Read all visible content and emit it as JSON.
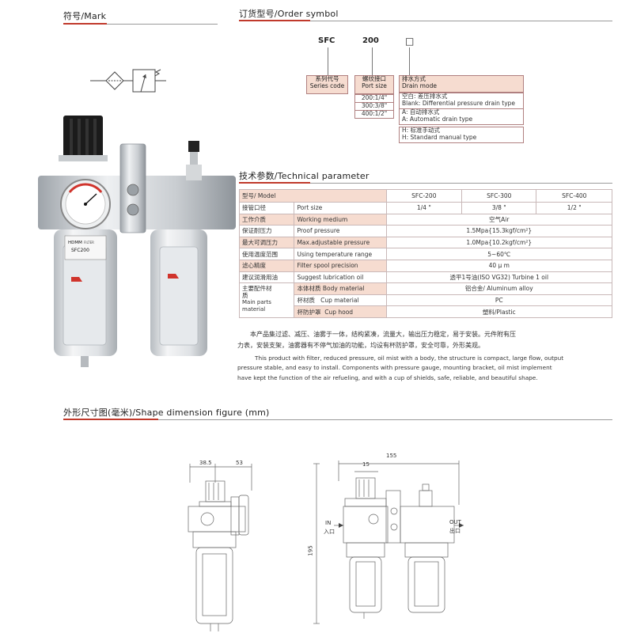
{
  "sections": {
    "mark_title": "符号/Mark",
    "order_title": "订货型号/Order symbol",
    "tech_title": "技术参数/Technical parameter",
    "shape_title": "外形尺寸图(毫米)/Shape dimension figure (mm)"
  },
  "order_symbol": {
    "code_series": "SFC",
    "code_size": "200",
    "code_drain": "□",
    "series_cn": "系列代号",
    "series_en": "Series code",
    "port_cn": "螺纹接口",
    "port_en": "Port size",
    "ports": [
      "200:1/4\"",
      "300:3/8\"",
      "400:1/2\""
    ],
    "drain_cn": "排水方式",
    "drain_en": "Drain mode",
    "drain_options": [
      {
        "cn": "空白: 差压排水式",
        "en": "Blank: Differential pressure drain type"
      },
      {
        "cn": "A: 自动排水式",
        "en": "A: Automatic drain type"
      },
      {
        "cn": "H: 标准手动式",
        "en": "H: Standard manual type"
      }
    ]
  },
  "product": {
    "brand": "HDMM",
    "model_label": "SFC200",
    "small_text": "FILTER"
  },
  "table": {
    "header": {
      "model": "型号/ Model",
      "cols": [
        "SFC-200",
        "SFC-300",
        "SFC-400"
      ]
    },
    "rows": [
      {
        "cn": "接管口径",
        "en": "Port size",
        "vals": [
          "1/4 \"",
          "3/8 \"",
          "1/2 \""
        ]
      },
      {
        "cn": "工作介质",
        "en": "Working medium",
        "val": "空气Air"
      },
      {
        "cn": "保证耐压力",
        "en": "Proof pressure",
        "val": "1.5Mpa{15.3kgf/cm²}"
      },
      {
        "cn": "最大可调压力",
        "en": "Max.adjustable pressure",
        "val": "1.0Mpa{10.2kgf/cm²}"
      },
      {
        "cn": "使用温度范围",
        "en": "Using temperature range",
        "val": "5~60℃"
      },
      {
        "cn": "滤心精度",
        "en": "Filter spool precision",
        "val": "40 μ m"
      },
      {
        "cn": "建议润滑用油",
        "en": "Suggest lubrication oil",
        "val": "透平1号油(ISO VG32) Turbine 1 oil"
      }
    ],
    "material_group": {
      "cn": "主要配件材质",
      "en": "Main parts material"
    },
    "material_rows": [
      {
        "cn": "本体材质",
        "en": "Body material",
        "val_cn": "铝合金",
        "val_en": "/ Aluminum alloy"
      },
      {
        "cn": "杯材质",
        "en": "Cup material",
        "val_cn": "PC",
        "val_en": ""
      },
      {
        "cn": "杯防护罩",
        "en": "Cup hood",
        "val_cn": "塑料",
        "val_en": "/Plastic"
      }
    ]
  },
  "description": {
    "cn_line1": "本产品集过滤、减压、油雾于一体，结构紧凑，流量大，输出压力稳定，易于安装。元件附有压",
    "cn_line2": "力表，安装支架，油雾器有不停气加油的功能，均设有杯防护罩，安全可靠，外形美观。",
    "en_line1": "This product with filter, reduced pressure, oil mist with a body, the structure is compact, large flow, output",
    "en_line2": "pressure stable, and easy to install. Components with pressure gauge, mounting bracket, oil mist implement",
    "en_line3": "have kept the function of the air refueling, and with a cup of shields, safe, reliable, and beautiful shape."
  },
  "dimensions": {
    "d1": "38.5",
    "d2": "53",
    "d3": "155",
    "d4": "15",
    "d5": "195",
    "in_label": "IN",
    "in_cn": "入口",
    "out_label": "OUT",
    "out_cn": "出口"
  },
  "colors": {
    "accent_red": "#c0392b",
    "header_pink": "#f6dcd0"
  }
}
